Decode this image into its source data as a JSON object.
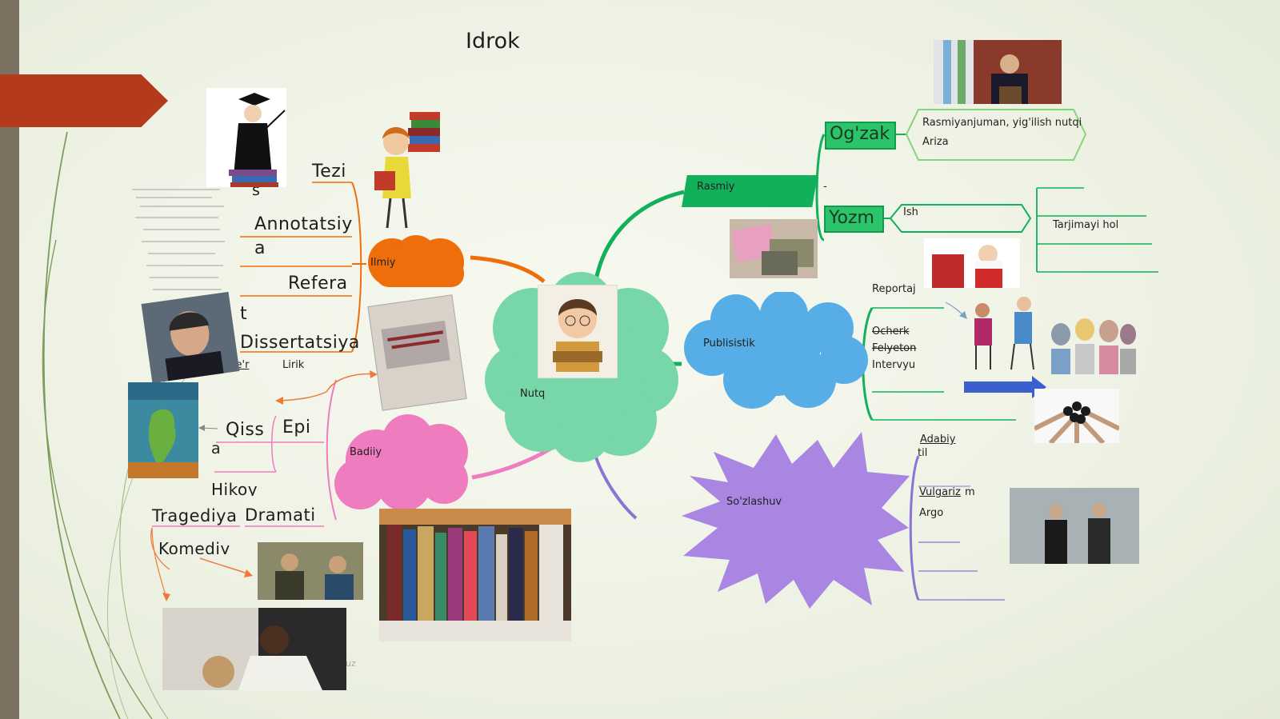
{
  "title": "Idrok",
  "center": {
    "label": "Nutq"
  },
  "ilmiy": {
    "label": "Ilmiy",
    "items": [
      "Tezi",
      "s",
      "Annotatsiy",
      "a",
      "Refera",
      "t",
      "Dissertatsiya"
    ],
    "color": "#ee6e0c"
  },
  "badiiy": {
    "label": "Badiiy",
    "color": "#f07cc0",
    "sher": "She'r",
    "lirik": "Lirik",
    "epi": "Epi",
    "qiss": "Qiss",
    "qiss2": "a",
    "hikoy": "Hikoy",
    "dramati": "Dramati",
    "tragediya": "Tragediya",
    "komediy": "Komediy",
    "stray": "uz"
  },
  "rasmiy": {
    "label": "Rasmiy",
    "color": "#12b05a",
    "dash": "-",
    "oqzak": "Og'zak",
    "oqzak_items": [
      "Rasmiyanjuman, yig'ilish nutqi",
      "Ariza"
    ],
    "yozma": "Yozm",
    "ish": "Ish",
    "tarjimayi": "Tarjimayi hol"
  },
  "publisistik": {
    "label": "Publisistik",
    "color": "#57ade6",
    "reportaj": "Reportaj",
    "items": [
      "Ocherk",
      "Felyeton",
      "Intervyu"
    ]
  },
  "sozlashuv": {
    "label": "So'zlashuv",
    "color": "#a886e2",
    "adabiy": "Adabiy",
    "til": "til",
    "vulgariz": "Vulgariz",
    "m": "m",
    "argo": "Argo"
  }
}
